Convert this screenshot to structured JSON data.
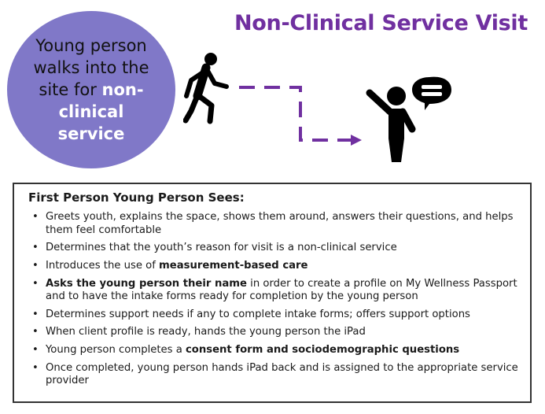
{
  "title": "Non-Clinical Service Visit",
  "circle": {
    "text_plain": "Young person walks into the site for ",
    "text_bold": "non-clinical service"
  },
  "icons": {
    "walker": "walking-person-icon",
    "staff": "person-with-speech-bubble-icon",
    "arrow": "dashed-arrow-icon"
  },
  "colors": {
    "title": "#7030a0",
    "circle_fill": "#8078c8",
    "arrow": "#7030a0"
  },
  "box": {
    "heading": "First Person Young Person Sees:",
    "items": [
      {
        "pre": "Greets youth, explains the space, shows them around, answers their questions, and helps them feel comfortable",
        "bold": "",
        "post": ""
      },
      {
        "pre": "Determines that the youth’s reason for visit is a non-clinical service",
        "bold": "",
        "post": ""
      },
      {
        "pre": "Introduces the use of ",
        "bold": "measurement-based care",
        "post": ""
      },
      {
        "pre": "",
        "bold": "Asks the young person their name",
        "post": " in order to create a profile on My Wellness Passport and to have the intake forms ready for completion by the young person"
      },
      {
        "pre": "Determines support needs if any to complete intake forms; offers support options",
        "bold": "",
        "post": ""
      },
      {
        "pre": "When client profile is ready, hands the young person the iPad",
        "bold": "",
        "post": ""
      },
      {
        "pre": "Young person completes a ",
        "bold": "consent form and sociodemographic questions",
        "post": ""
      },
      {
        "pre": "Once completed, young person hands iPad back and is assigned to the appropriate service provider",
        "bold": "",
        "post": ""
      }
    ]
  }
}
